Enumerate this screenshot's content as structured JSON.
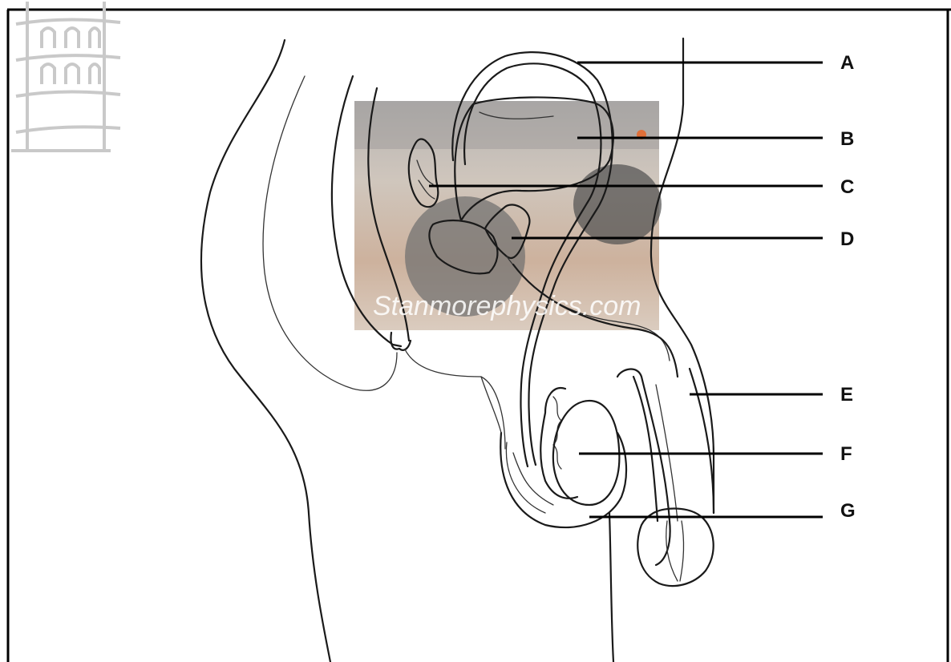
{
  "diagram": {
    "labels": [
      {
        "id": "A",
        "text": "A"
      },
      {
        "id": "B",
        "text": "B"
      },
      {
        "id": "C",
        "text": "C"
      },
      {
        "id": "D",
        "text": "D"
      },
      {
        "id": "E",
        "text": "E"
      },
      {
        "id": "F",
        "text": "F"
      },
      {
        "id": "G",
        "text": "G"
      }
    ]
  },
  "watermark": {
    "text": "Stanmorephysics.com"
  },
  "colors": {
    "ink": "#1a1a1a",
    "frame": "#000000",
    "photo_overlay": "#b8ada3"
  }
}
